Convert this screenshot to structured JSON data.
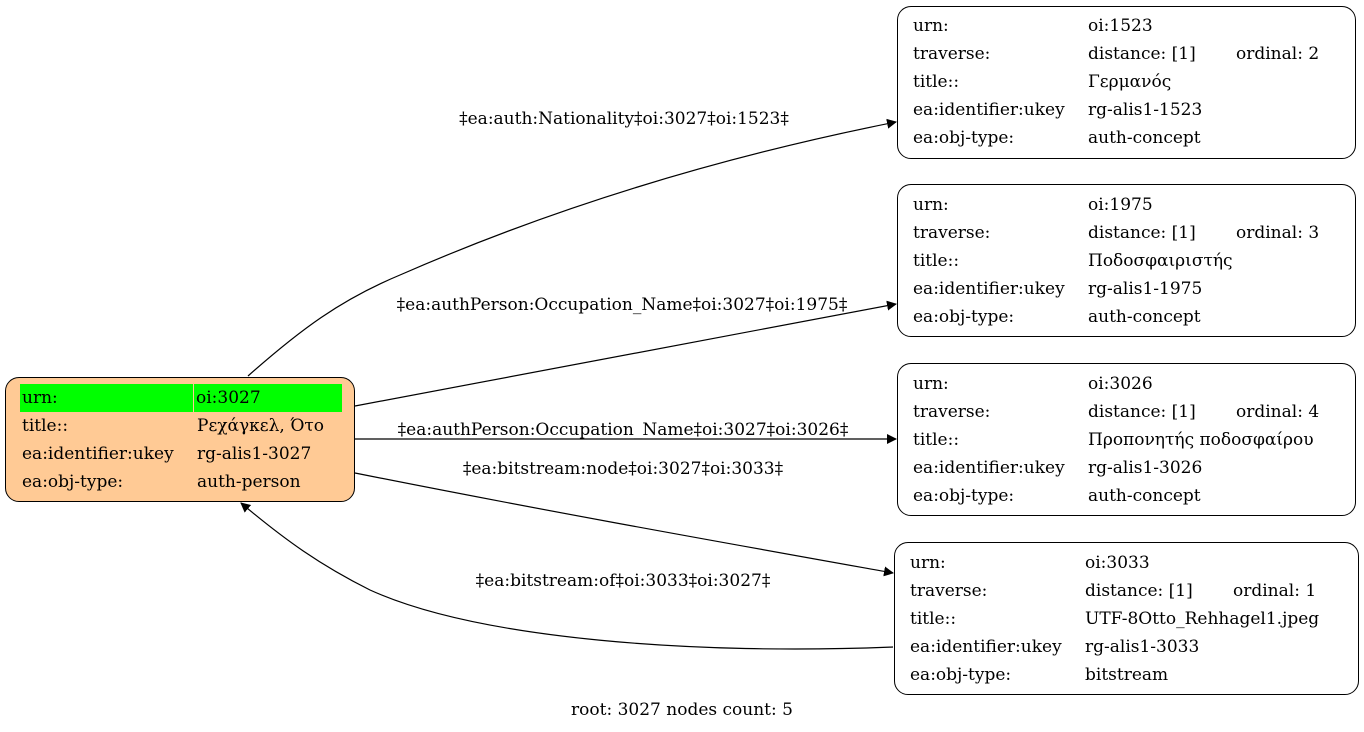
{
  "root_node": {
    "rows": [
      {
        "key": "urn:",
        "value": "oi:3027"
      },
      {
        "key": "title::",
        "value": "Ρεχάγκελ, Ότο"
      },
      {
        "key": "ea:identifier:ukey",
        "value": "rg-alis1-3027"
      },
      {
        "key": "ea:obj-type:",
        "value": "auth-person"
      }
    ],
    "fill": "#ffca95",
    "highlight": "#00ff00"
  },
  "nodes": [
    {
      "urn_key": "urn:",
      "urn": "oi:1523",
      "traverse_key": "traverse:",
      "distance": "distance: [1]",
      "ordinal": "ordinal: 2",
      "title_key": "title::",
      "title": "Γερμανός",
      "ukey_key": "ea:identifier:ukey",
      "ukey": "rg-alis1-1523",
      "type_key": "ea:obj-type:",
      "type": "auth-concept"
    },
    {
      "urn_key": "urn:",
      "urn": "oi:1975",
      "traverse_key": "traverse:",
      "distance": "distance: [1]",
      "ordinal": "ordinal: 3",
      "title_key": "title::",
      "title": "Ποδοσφαιριστής",
      "ukey_key": "ea:identifier:ukey",
      "ukey": "rg-alis1-1975",
      "type_key": "ea:obj-type:",
      "type": "auth-concept"
    },
    {
      "urn_key": "urn:",
      "urn": "oi:3026",
      "traverse_key": "traverse:",
      "distance": "distance: [1]",
      "ordinal": "ordinal: 4",
      "title_key": "title::",
      "title": "Προπονητής ποδοσφαίρου",
      "ukey_key": "ea:identifier:ukey",
      "ukey": "rg-alis1-3026",
      "type_key": "ea:obj-type:",
      "type": "auth-concept"
    },
    {
      "urn_key": "urn:",
      "urn": "oi:3033",
      "traverse_key": "traverse:",
      "distance": "distance: [1]",
      "ordinal": "ordinal: 1",
      "title_key": "title::",
      "title": "UTF-8Otto_Rehhagel1.jpeg",
      "ukey_key": "ea:identifier:ukey",
      "ukey": "rg-alis1-3033",
      "type_key": "ea:obj-type:",
      "type": "bitstream"
    }
  ],
  "edges": [
    {
      "label": "‡ea:auth:Nationality‡oi:3027‡oi:1523‡"
    },
    {
      "label": "‡ea:authPerson:Occupation_Name‡oi:3027‡oi:1975‡"
    },
    {
      "label": "‡ea:authPerson:Occupation_Name‡oi:3027‡oi:3026‡"
    },
    {
      "label": "‡ea:bitstream:node‡oi:3027‡oi:3033‡"
    },
    {
      "label": "‡ea:bitstream:of‡oi:3033‡oi:3027‡"
    }
  ],
  "footer": "root: 3027 nodes count: 5"
}
